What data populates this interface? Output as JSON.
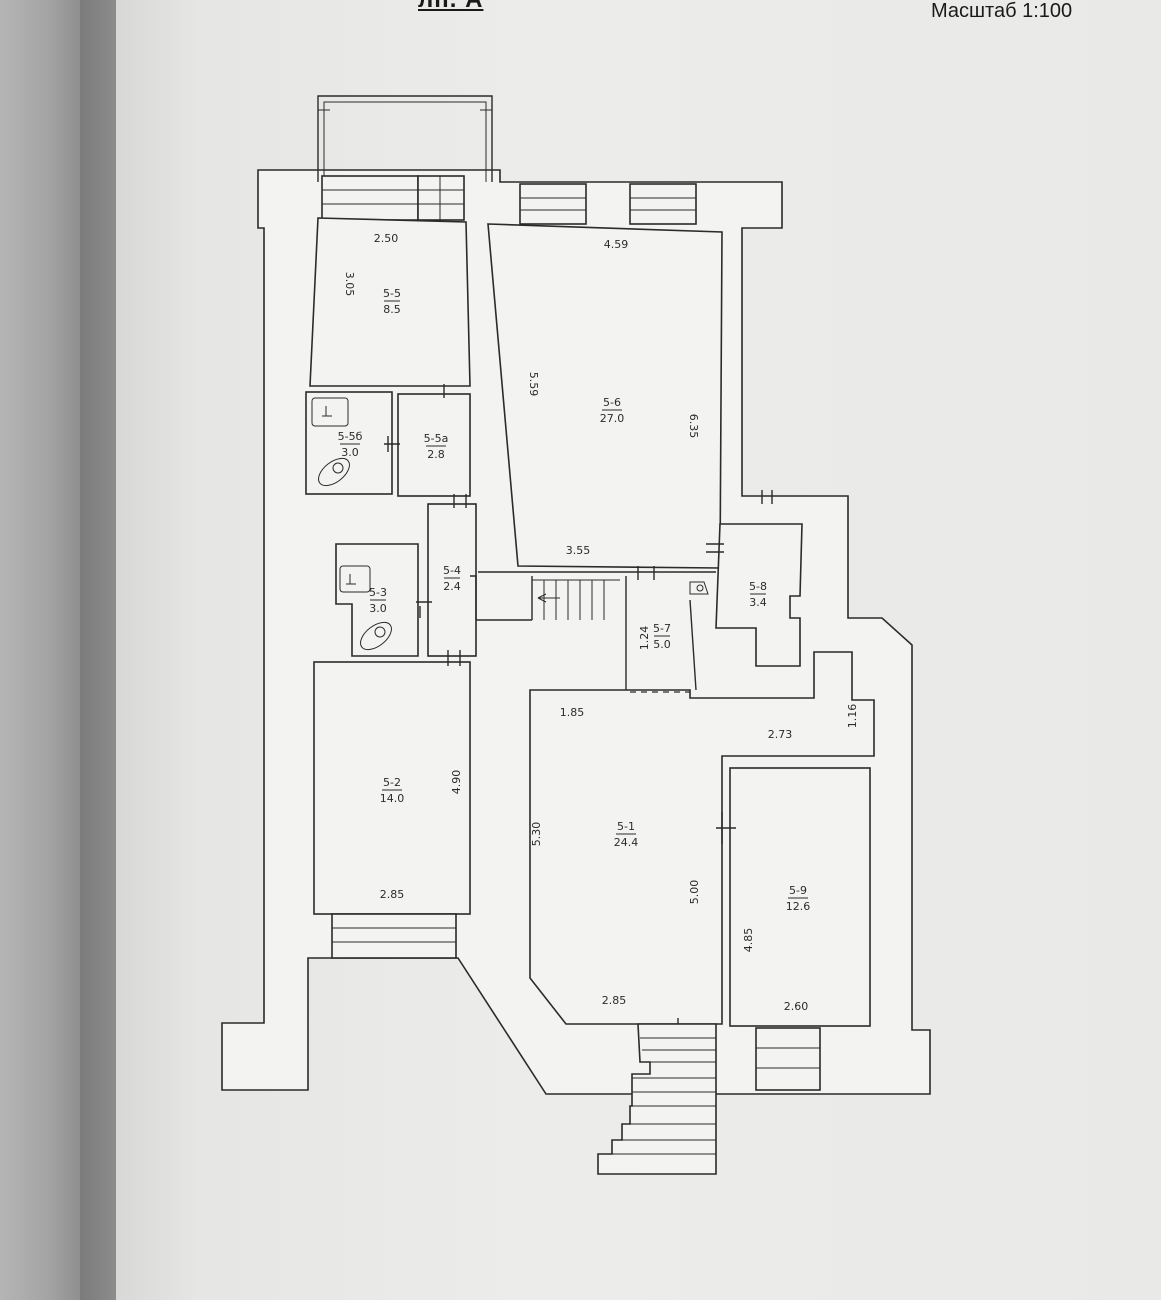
{
  "sheet": {
    "title": "лп. А",
    "scale": "Масштаб 1:100"
  },
  "rooms": [
    {
      "id": "5-1",
      "area": "24.4"
    },
    {
      "id": "5-2",
      "area": "14.0"
    },
    {
      "id": "5-3",
      "area": "3.0"
    },
    {
      "id": "5-4",
      "area": "2.4"
    },
    {
      "id": "5-5",
      "area": "8.5"
    },
    {
      "id": "5-5а",
      "area": "2.8"
    },
    {
      "id": "5-5б",
      "area": "3.0"
    },
    {
      "id": "5-6",
      "area": "27.0"
    },
    {
      "id": "5-7",
      "area": "5.0"
    },
    {
      "id": "5-8",
      "area": "3.4"
    },
    {
      "id": "5-9",
      "area": "12.6"
    }
  ],
  "dimensions": {
    "d250": "2.50",
    "d305": "3.05",
    "d459": "4.59",
    "d559": "5.59",
    "d635": "6.35",
    "d355": "3.55",
    "d124": "1.24",
    "d185": "1.85",
    "d273": "2.73",
    "d116": "1.16",
    "d490": "4.90",
    "d285a": "2.85",
    "d530": "5.30",
    "d500": "5.00",
    "d485": "4.85",
    "d285b": "2.85",
    "d260": "2.60"
  }
}
